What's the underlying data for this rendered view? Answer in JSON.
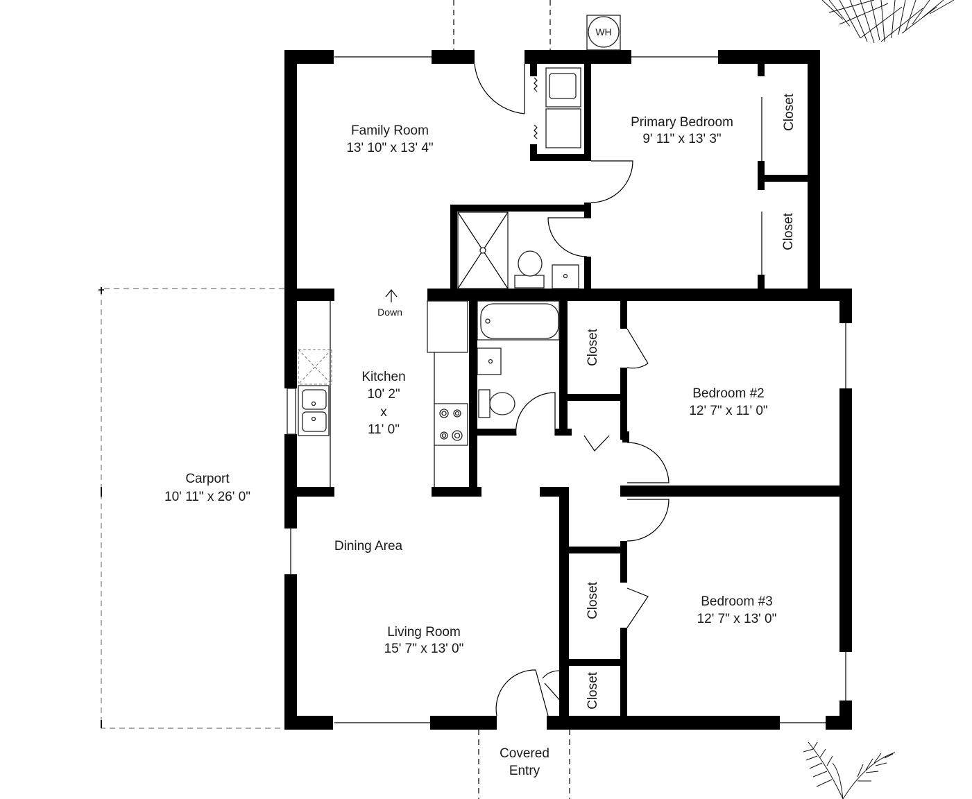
{
  "floor_plan": {
    "rooms": [
      {
        "id": "family-room",
        "name": "Family Room",
        "dimensions": "13' 10\" x 13' 4\""
      },
      {
        "id": "primary-bedroom",
        "name": "Primary Bedroom",
        "dimensions": "9' 11\" x 13' 3\""
      },
      {
        "id": "kitchen",
        "name": "Kitchen",
        "dim_width": "10' 2\"",
        "dim_sep": "x",
        "dim_length": "11' 0\""
      },
      {
        "id": "bedroom-2",
        "name": "Bedroom #2",
        "dimensions": "12' 7\" x 11' 0\""
      },
      {
        "id": "carport",
        "name": "Carport",
        "dimensions": "10' 11\" x 26' 0\""
      },
      {
        "id": "dining-area",
        "name": "Dining Area"
      },
      {
        "id": "living-room",
        "name": "Living Room",
        "dimensions": "15' 7\" x 13' 0\""
      },
      {
        "id": "bedroom-3",
        "name": "Bedroom #3",
        "dimensions": "12' 7\" x 13' 0\""
      },
      {
        "id": "covered-entry",
        "name_line1": "Covered",
        "name_line2": "Entry"
      }
    ],
    "closets": [
      "Closet",
      "Closet",
      "Closet",
      "Closet",
      "Closet"
    ],
    "stair_label": "Down",
    "water_heater_label": "WH",
    "colors": {
      "wall": "#000000",
      "background": "#ffffff",
      "text": "#1a1a1a",
      "dashed_outline": "#777777"
    }
  }
}
